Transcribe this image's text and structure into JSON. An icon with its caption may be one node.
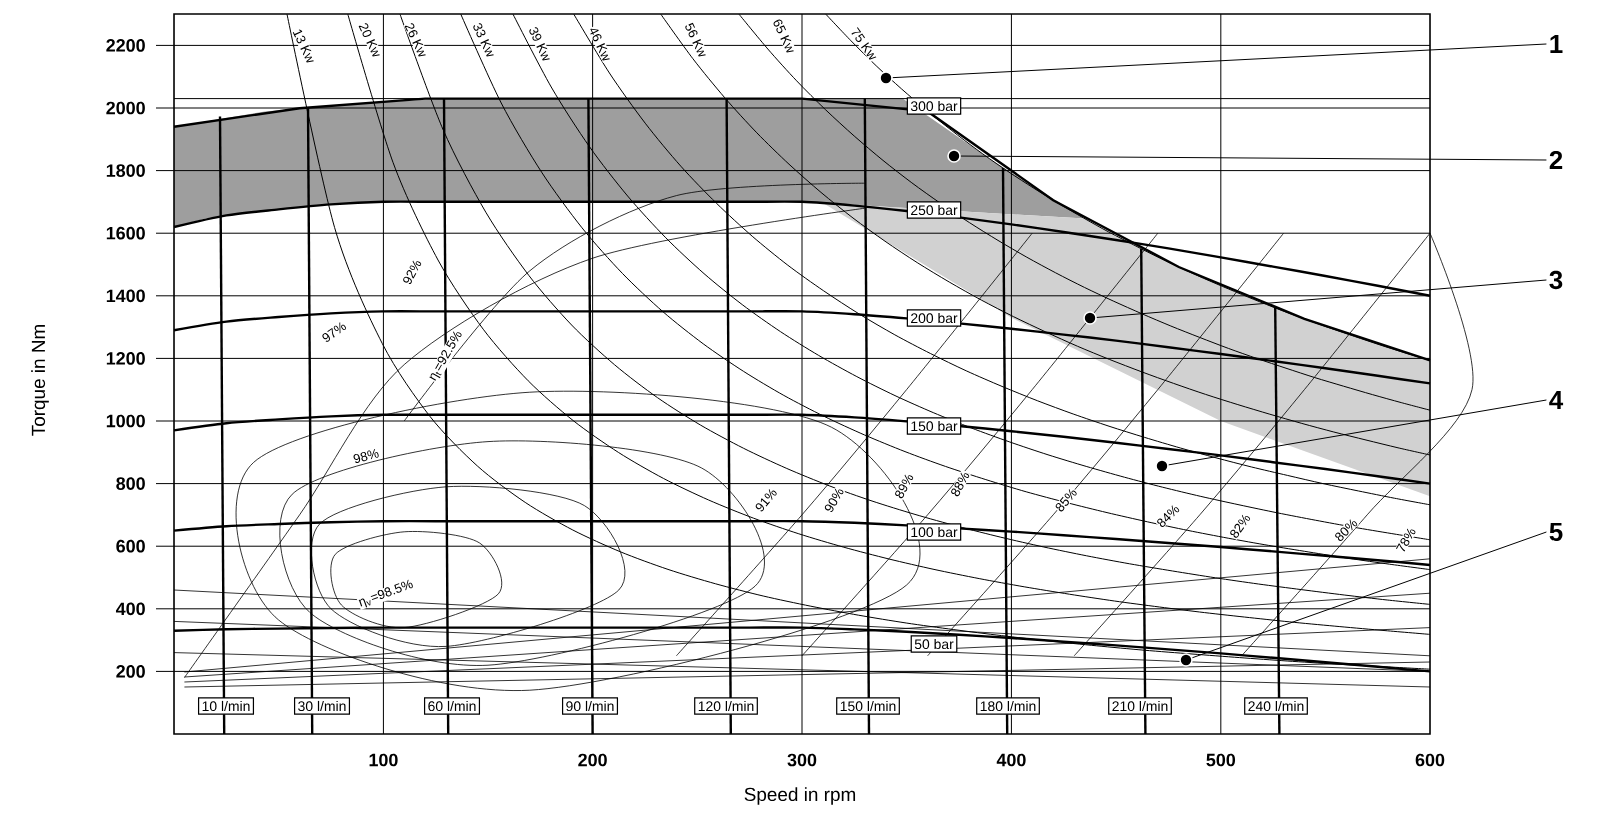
{
  "diagram": {
    "nodes": [
      {
        "text": [
          "1"
        ]
      },
      {
        "text": [
          "2"
        ]
      },
      {
        "text": [
          "3"
        ]
      },
      {
        "text": [
          "4"
        ]
      },
      {
        "text": [
          "5"
        ]
      },
      {
        "text": [],
        "shape": "circle"
      },
      {
        "text": [],
        "shape": "circle"
      },
      {
        "text": [],
        "shape": "circle"
      },
      {
        "text": [],
        "shape": "circle"
      },
      {
        "text": [],
        "shape": "circle"
      },
      {
        "text": [
          "300 bar"
        ]
      },
      {
        "text": [
          "250 bar"
        ]
      },
      {
        "text": [
          "200 bar"
        ]
      },
      {
        "text": [
          "150 bar"
        ]
      },
      {
        "text": [
          "100 bar"
        ]
      },
      {
        "text": [
          "50 bar"
        ]
      },
      {
        "text": [
          "10 l/min"
        ]
      },
      {
        "text": [
          "30 l/min"
        ]
      },
      {
        "text": [
          "60 l/min"
        ]
      },
      {
        "text": [
          "90 l/min"
        ]
      },
      {
        "text": [
          "120 l/min"
        ]
      },
      {
        "text": [
          "150 l/min"
        ]
      },
      {
        "text": [
          "180 l/min"
        ]
      },
      {
        "text": [
          "210 l/min"
        ]
      },
      {
        "text": [
          "240 l/min"
        ]
      }
    ],
    "edges": [
      {
        "from": 0,
        "to": 5,
        "arrow": "none"
      },
      {
        "from": 1,
        "to": 6,
        "arrow": "none"
      },
      {
        "from": 2,
        "to": 7,
        "arrow": "none"
      },
      {
        "from": 3,
        "to": 8,
        "arrow": "none"
      },
      {
        "from": 4,
        "to": 9,
        "arrow": "none"
      }
    ],
    "labels": [
      "13 Kw",
      "20 Kw",
      "26 Kw",
      "33 Kw",
      "39 Kw",
      "46 Kw",
      "56 Kw",
      "65 Kw",
      "75 Kw",
      "2200",
      "2000",
      "1800",
      "1600",
      "1400",
      "1200",
      "1000",
      "800",
      "600",
      "400",
      "200",
      "Torque in Nm",
      "92%",
      "97%",
      "η$_{t}$=92.5%",
      "98%",
      "91%",
      "90%",
      "89%",
      "88%",
      "85%",
      "84%",
      "82%",
      "80%",
      "78%",
      "η$_{v}$=98.5%",
      "100",
      "200",
      "300",
      "400",
      "500",
      "600",
      "Speed in rpm"
    ]
  }
}
